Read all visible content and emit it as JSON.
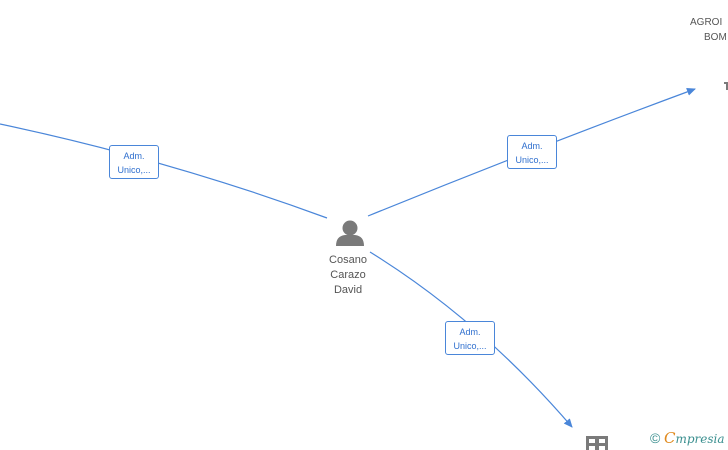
{
  "person": {
    "name_lines": [
      "Cosano",
      "Carazo",
      "David"
    ],
    "icon": "person-icon"
  },
  "company_top_right": {
    "name_lines": [
      "AGROI",
      "BOM"
    ],
    "icon": "building-icon"
  },
  "company_bottom": {
    "icon": "building-icon"
  },
  "edge_labels": [
    {
      "line1": "Adm.",
      "line2": "Unico,..."
    },
    {
      "line1": "Adm.",
      "line2": "Unico,..."
    },
    {
      "line1": "Adm.",
      "line2": "Unico,..."
    }
  ],
  "watermark": {
    "copyright_symbol": "©",
    "brand_initial": "C",
    "brand_rest": "mpresia"
  },
  "colors": {
    "edge": "#4a86d9",
    "label_text": "#2f6fce",
    "node_icon": "#7a7a7a"
  }
}
